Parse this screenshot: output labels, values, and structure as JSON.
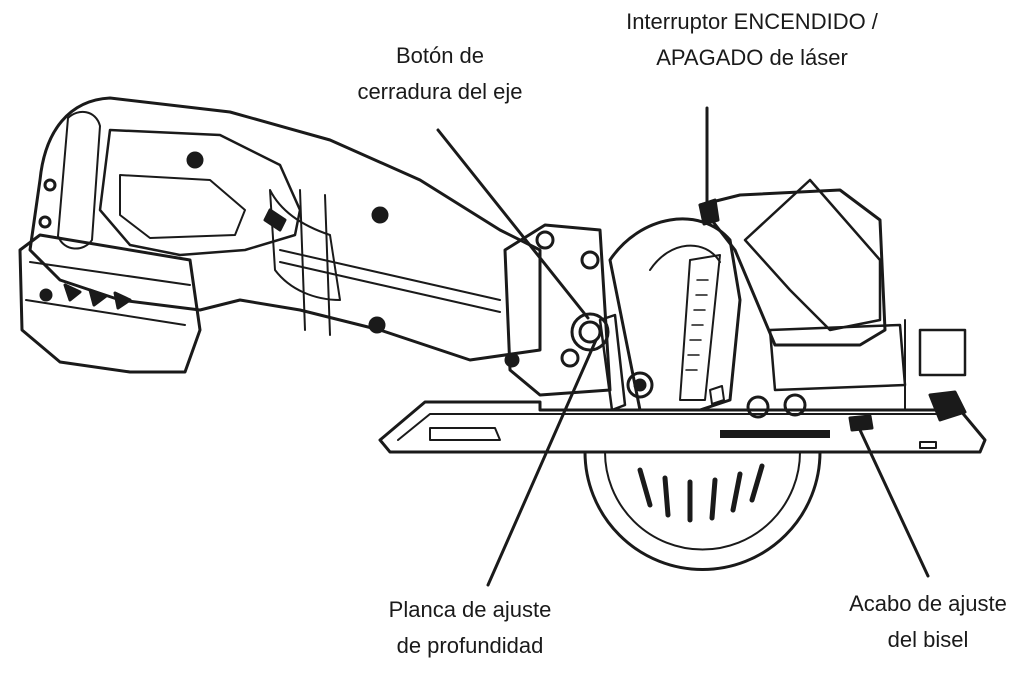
{
  "labels": {
    "laser_switch": [
      "Interruptor ENCENDIDO /",
      "APAGADO de láser"
    ],
    "shaft_lock": [
      "Botón de",
      "cerradura del eje"
    ],
    "depth_lever": [
      "Planca de ajuste",
      "de profundidad"
    ],
    "bevel_knob": [
      "Acabo de ajuste",
      "del bisel"
    ]
  },
  "colors": {
    "line": "#1a1a1a",
    "background": "#ffffff"
  }
}
